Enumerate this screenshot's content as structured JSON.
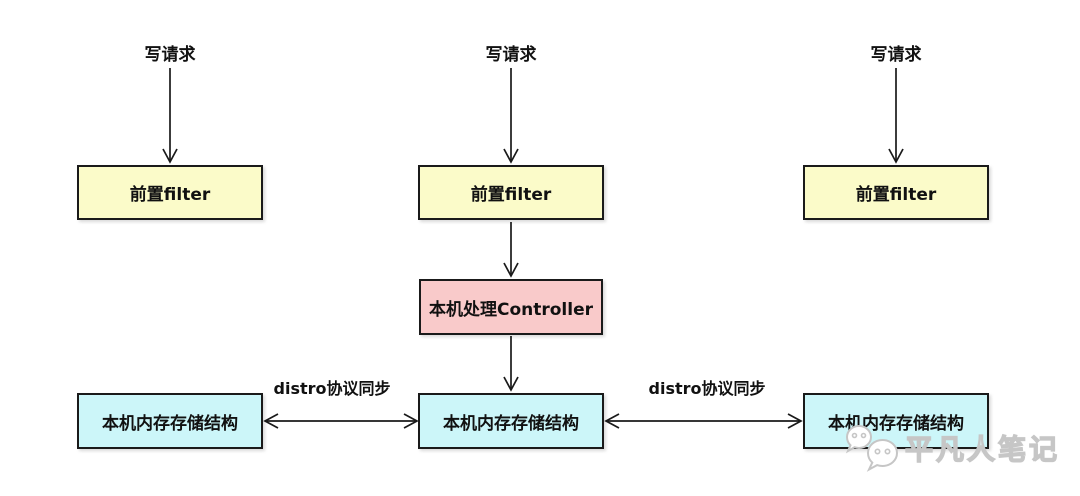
{
  "diagram": {
    "write_request_labels": [
      "写请求",
      "写请求",
      "写请求"
    ],
    "filter_boxes": [
      "前置filter",
      "前置filter",
      "前置filter"
    ],
    "controller_box": "本机处理Controller",
    "storage_boxes": [
      "本机内存存储结构",
      "本机内存存储结构",
      "本机内存存储结构"
    ],
    "sync_labels": [
      "distro协议同步",
      "distro协议同步"
    ],
    "colors": {
      "filter_fill": "#fbfbc9",
      "controller_fill": "#f9caca",
      "storage_fill": "#ccf6f9",
      "stroke": "#1a1a1a"
    }
  },
  "watermark": {
    "text": "平凡人笔记",
    "icon": "wechat-logo"
  }
}
